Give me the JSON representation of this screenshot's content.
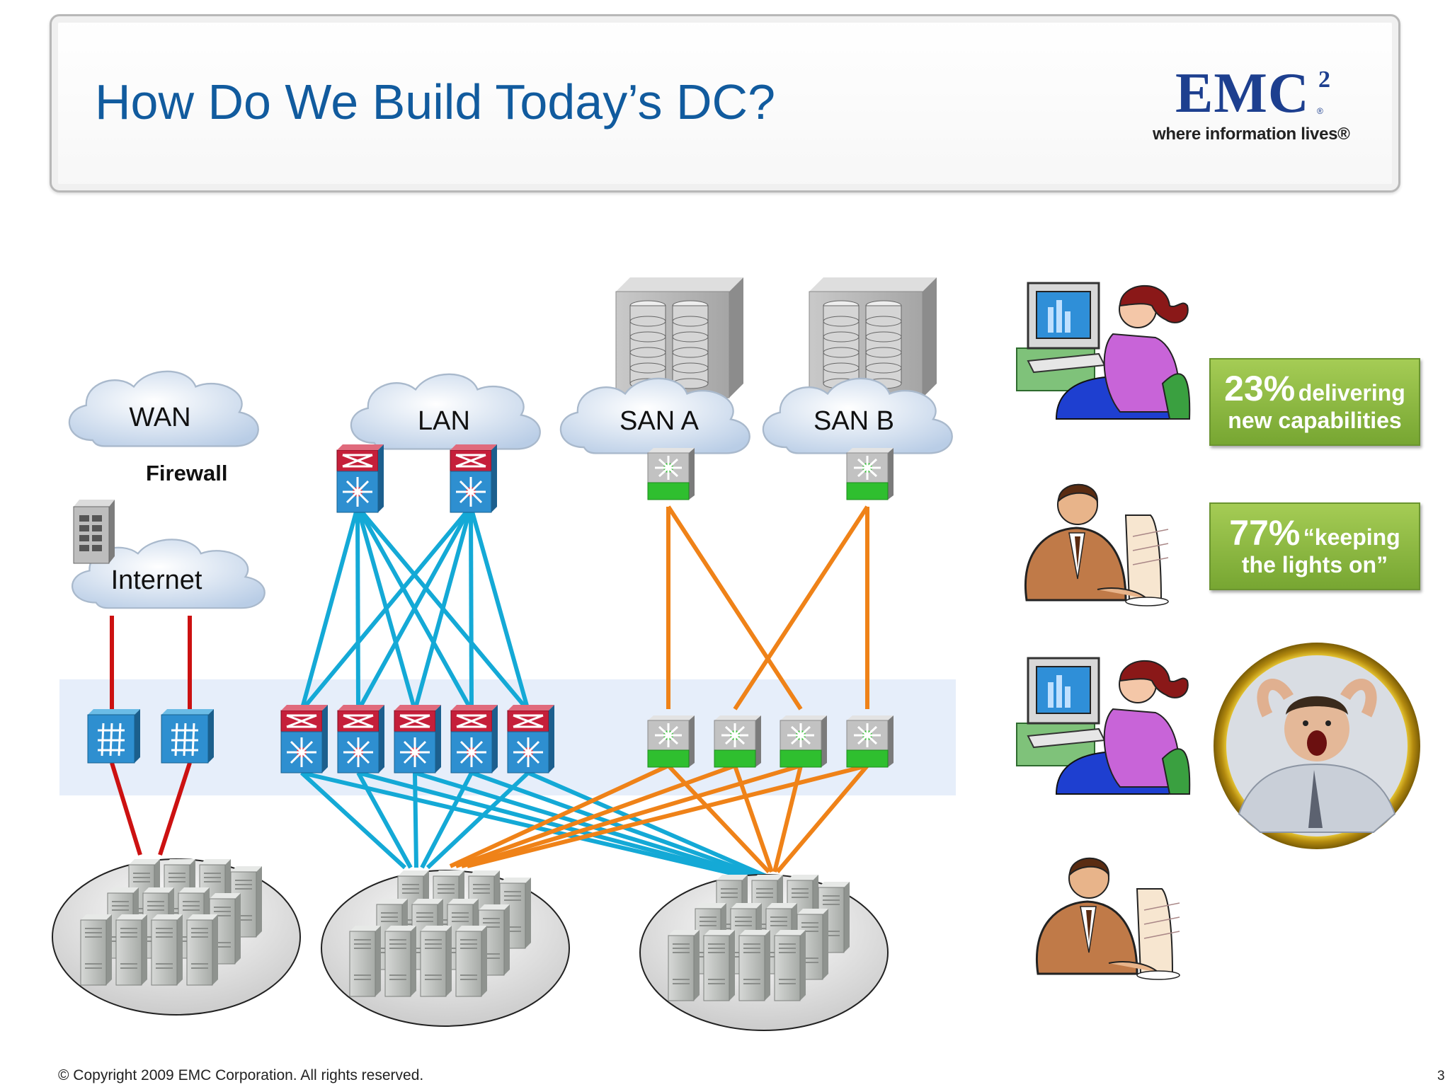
{
  "header": {
    "title": "How Do We Build Today’s DC?",
    "brand": {
      "wordmark": "EMC",
      "superscript": "2",
      "registered": "®",
      "tagline": "where information lives®",
      "color": "#1d3f8f"
    }
  },
  "diagram": {
    "clouds": {
      "wan": "WAN",
      "lan": "LAN",
      "san_a": "SAN A",
      "san_b": "SAN B",
      "internet": "Internet"
    },
    "firewall_label": "Firewall",
    "link_colors": {
      "internet": "#cc1111",
      "lan": "#14a9d6",
      "san": "#ef8218"
    }
  },
  "callouts": [
    {
      "percent": "23%",
      "text": "delivering",
      "line2": "new capabilities"
    },
    {
      "percent": "77%",
      "text": "“keeping",
      "line2": "the lights on”"
    }
  ],
  "icons": [
    "worker-with-computer-icon",
    "businessman-at-computer-icon",
    "frustrated-man-photo"
  ],
  "footer": {
    "copyright": "© Copyright 2009 EMC Corporation. All rights reserved.",
    "page_number": "3"
  }
}
